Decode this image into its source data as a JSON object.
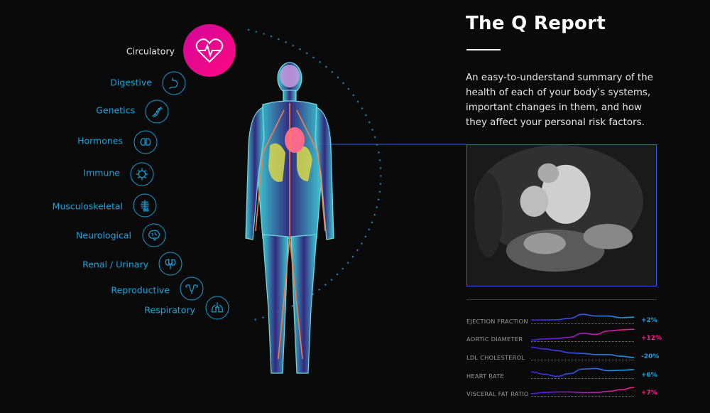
{
  "header": {
    "title": "The Q Report",
    "description": "An easy-to-understand summary of the health of each of your body’s systems, important changes in them, and how they affect your personal risk factors."
  },
  "systems": [
    {
      "label": "Circulatory",
      "icon": "heart-pulse-icon",
      "active": true
    },
    {
      "label": "Digestive",
      "icon": "stomach-icon"
    },
    {
      "label": "Genetics",
      "icon": "dna-icon"
    },
    {
      "label": "Hormones",
      "icon": "thyroid-icon"
    },
    {
      "label": "Immune",
      "icon": "virus-icon"
    },
    {
      "label": "Musculoskeletal",
      "icon": "ribcage-icon"
    },
    {
      "label": "Neurological",
      "icon": "brain-icon"
    },
    {
      "label": "Renal / Urinary",
      "icon": "kidney-icon"
    },
    {
      "label": "Reproductive",
      "icon": "uterus-icon"
    },
    {
      "label": "Respiratory",
      "icon": "lungs-icon"
    }
  ],
  "colors": {
    "accent": "#ff0a8c",
    "blue": "#1aa3d8",
    "frame": "#2d62e0"
  },
  "metrics": [
    {
      "label": "EJECTION FRACTION",
      "value": "+2%",
      "color": "#1aa3d8",
      "trend": [
        0.3,
        0.3,
        0.32,
        0.45,
        0.8,
        0.65,
        0.65,
        0.5,
        0.55
      ]
    },
    {
      "label": "AORTIC DIAMETER",
      "value": "+12%",
      "color": "#ff1a8c",
      "trend": [
        0.1,
        0.2,
        0.25,
        0.35,
        0.7,
        0.6,
        0.9,
        1.0,
        1.05
      ]
    },
    {
      "label": "LDL CHOLESTEROL",
      "value": "-20%",
      "color": "#1aa3d8",
      "trend": [
        1.1,
        0.95,
        0.8,
        0.6,
        0.55,
        0.45,
        0.45,
        0.3,
        0.2
      ]
    },
    {
      "label": "HEART RATE",
      "value": "+6%",
      "color": "#1aa3d8",
      "trend": [
        0.55,
        0.35,
        0.15,
        0.4,
        0.8,
        0.85,
        0.65,
        0.7,
        0.75
      ]
    },
    {
      "label": "VISCERAL FAT RATIO",
      "value": "+7%",
      "color": "#ff1a8c",
      "trend": [
        0.2,
        0.3,
        0.35,
        0.35,
        0.3,
        0.3,
        0.4,
        0.55,
        0.75
      ]
    }
  ]
}
